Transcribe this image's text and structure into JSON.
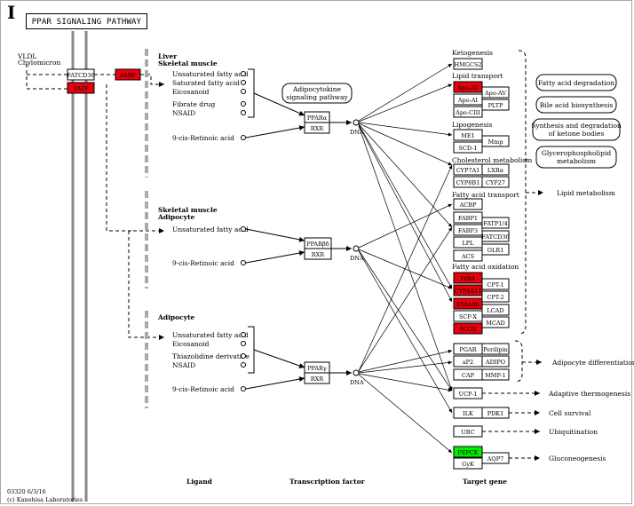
{
  "panel_letter": "I",
  "title": "PPAR SIGNALING PATHWAY",
  "membrane": {
    "vldl": "VLDL",
    "chylomicron": "Chylomicron"
  },
  "transport_genes": {
    "fatcd36": "FATCD36",
    "fabp": "FABP",
    "vatp": "VATP"
  },
  "tissues": {
    "liver": [
      "Liver",
      "Skeletal muscle"
    ],
    "skeletal": [
      "Skeletal muscle",
      "Adipocyte"
    ],
    "adipocyte": [
      "Adipocyte"
    ]
  },
  "ligands_1": [
    "Unsaturated fatty acid",
    "Saturated fatty acid",
    "Eicosanoid",
    "Fibrate drug",
    "NSAID"
  ],
  "ligands_2": [
    "Unsaturated fatty acid"
  ],
  "ligands_3": [
    "Unsaturated fatty acid",
    "Eicosanoid",
    "Thiazolidine derivative",
    "NSAID"
  ],
  "retinoic": "9-cis-Retinoic acid",
  "adipocytokine": [
    "Adipocytokine",
    "signaling pathway"
  ],
  "receptors": {
    "ppara": "PPARα",
    "pparbd": "PPARβδ",
    "pparg": "PPARγ",
    "rxr": "RXR",
    "dna": "DNA"
  },
  "groups": {
    "ketogenesis": "Ketogenesis",
    "lipid_transport": "Lipid transport",
    "lipogenesis": "Lipogenesis",
    "cholesterol": "Cholesterol metabolism",
    "fa_transport": "Fatty acid transport",
    "fa_oxidation": "Fatty acid oxidation"
  },
  "genes": {
    "hmgcs2": "HMGCS2",
    "apo_a5": "Apo-AV",
    "apo_a1": "Apo-AI",
    "apo_c3": "Apo-CIII",
    "apo_a5b": "Apo-AV",
    "pltp": "PLTP",
    "me1": "ME1",
    "scd1": "SCD-1",
    "mmp": "Mmp",
    "cyp7a1": "CYP7A1",
    "lxra": "LXRα",
    "cyp8b1": "CYP8B1",
    "cyp27": "CYP27",
    "acbp": "ACBP",
    "fabp1": "FABP1",
    "fabp3": "FABP3",
    "lpl": "LPL",
    "acs": "ACS",
    "fatp14": "FATP1/4",
    "fatcd36": "FATCD36",
    "olr1": "OLR1",
    "pdk4": "Pdk4",
    "cyp4a1": "CYP4A11",
    "ehhadh": "Ehhadh",
    "scpx": "SCP-X",
    "acox": "ACOX",
    "cpt1": "CPT-1",
    "cpt2": "CPT-2",
    "lcad": "LCAD",
    "mcad": "MCAD",
    "pgar": "PGAR",
    "ap2": "aP2",
    "cap": "CAP",
    "perilipin": "Perilipin",
    "adipo": "ADIPO",
    "mmp1": "MMP-1",
    "ucp1": "UCP-1",
    "ilk": "ILK",
    "pdk1": "PDK1",
    "ubc": "UBC",
    "pepck": "PEPCK",
    "gyk": "GyK",
    "aqp7": "AQP7"
  },
  "functions": {
    "fa_degradation": "Fatty acid degradation",
    "bile": "Bile acid biosynthesis",
    "ketone": [
      "Synthesis and degradation",
      "of ketone bodies"
    ],
    "glycero": [
      "Glycerophospholipid",
      "metabolism"
    ],
    "lipid_metabolism": "Lipid metabolism",
    "adipocyte_diff": "Adipocyte differentiation",
    "thermogenesis": "Adaptive thermogenesis",
    "survival": "Cell survival",
    "ubiquitination": "Ubiquitination",
    "gluconeogenesis": "Gluconeogenesis"
  },
  "footer": {
    "ligand": "Ligand",
    "tf": "Transcription factor",
    "target": "Target gene"
  },
  "credits": [
    "03320 6/3/16",
    "(c) Kanehisa Laboratories"
  ],
  "colors": {
    "up": "#e8000b",
    "down": "#00ee00"
  }
}
